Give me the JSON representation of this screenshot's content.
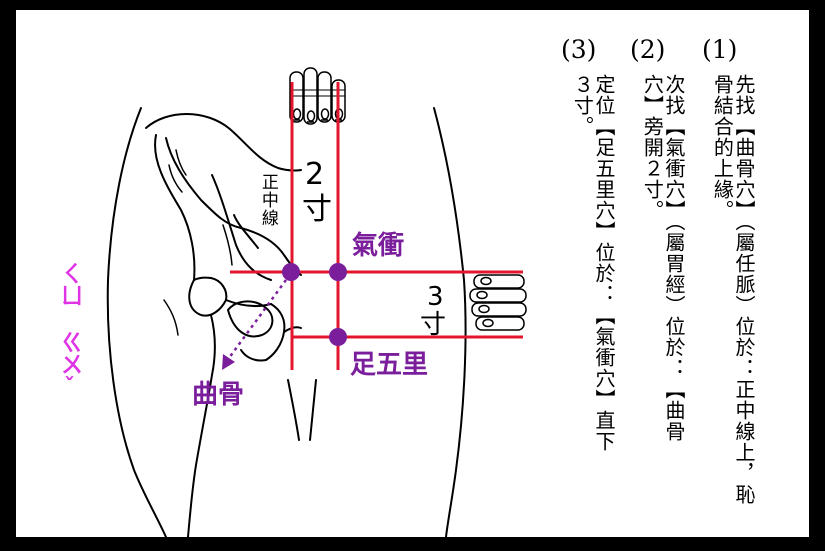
{
  "diagram": {
    "labels": {
      "midline": "正中線",
      "two_cun_num": "2",
      "two_cun_unit": "寸",
      "three_cun_num": "3",
      "three_cun_unit": "寸",
      "qichong": "氣衝",
      "zuwuli": "足五里",
      "qugu": "曲骨",
      "side_phonetic": "ㄑㄩ ㄍㄨˇ"
    },
    "colors": {
      "line": "#e4162e",
      "point": "#7a1e9c",
      "label": "#7a1e9c",
      "phonetic": "#e033e6"
    }
  },
  "instructions": {
    "step1": {
      "number": "(1)",
      "text": "先找【曲骨穴】（屬任脈）位於：正中線上，恥骨結合的上緣。"
    },
    "step2": {
      "number": "(2)",
      "text": "次找【氣衝穴】（屬胃經）位於：【曲骨穴】旁開２寸。"
    },
    "step3": {
      "number": "(3)",
      "text": "定位【足五里穴】位於：【氣衝穴】直下３寸。"
    }
  }
}
